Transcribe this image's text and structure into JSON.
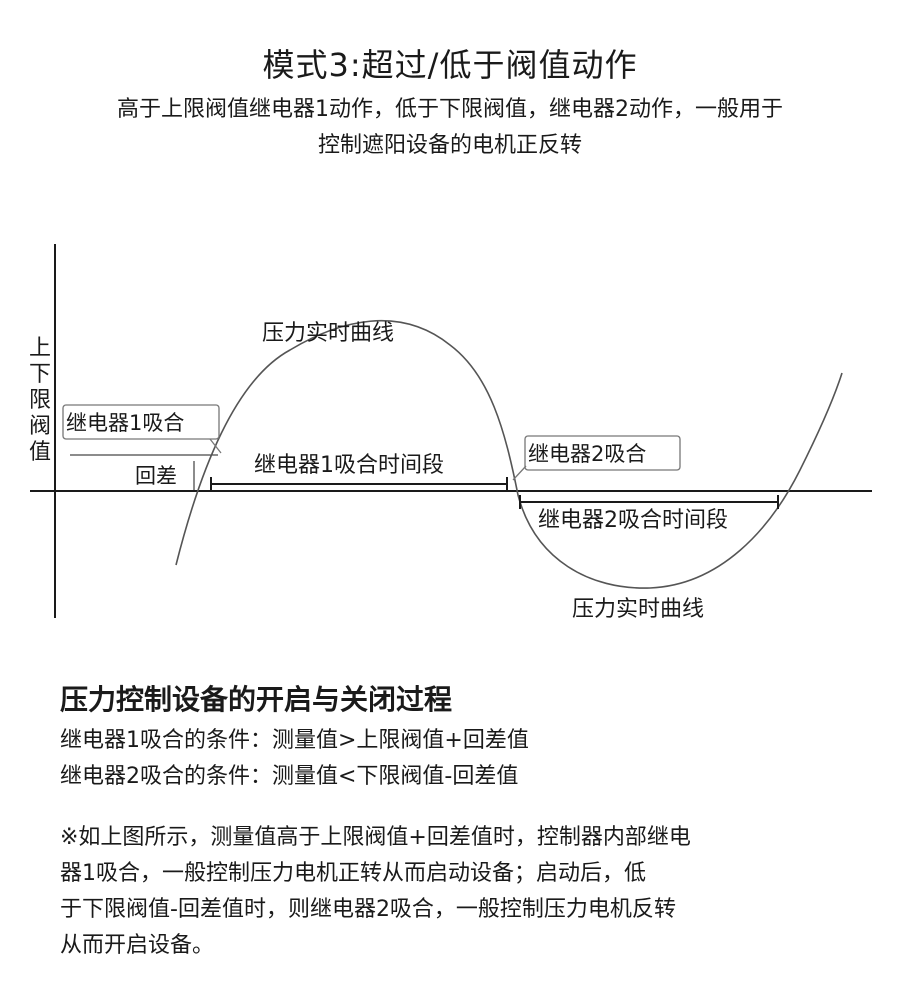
{
  "header": {
    "title": "模式3:超过/低于阀值动作",
    "subtitle_lines": [
      "高于上限阀值继电器1动作，低于下限阀值，继电器2动作，一般用于",
      "控制遮阳设备的电机正反转"
    ]
  },
  "diagram": {
    "y_axis_label": [
      "上",
      "下",
      "限",
      "阀",
      "值"
    ],
    "curve_label_top": "压力实时曲线",
    "curve_label_bottom": "压力实时曲线",
    "relay1_callout": "继电器1吸合",
    "relay2_callout": "继电器2吸合",
    "hysteresis_label": "回差",
    "relay1_span_label": "继电器1吸合时间段",
    "relay2_span_label": "继电器2吸合时间段"
  },
  "section": {
    "title": "压力控制设备的开启与关闭过程",
    "condition1": "继电器1吸合的条件：测量值>上限阀值+回差值",
    "condition2": "继电器2吸合的条件：测量值<下限阀值-回差值",
    "note_lines": [
      "※如上图所示，测量值高于上限阀值+回差值时，控制器内部继电",
      "器1吸合，一般控制压力电机正转从而启动设备；启动后，低",
      "于下限阀值-回差值时，则继电器2吸合，一般控制压力电机反转",
      "从而开启设备。"
    ]
  }
}
